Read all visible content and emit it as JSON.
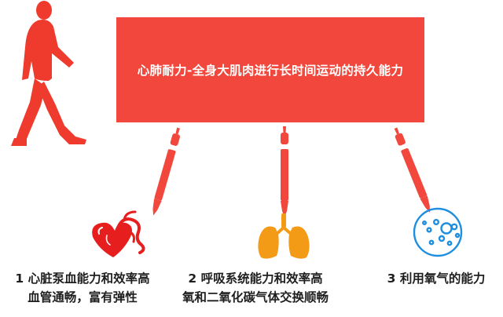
{
  "title": "心肺耐力-全身大肌肉进行长时间运动的持久能力",
  "items": [
    {
      "icon": "heart-icon",
      "lines": [
        "1 心脏泵血能力和效率高",
        "血管通畅，富有弹性"
      ]
    },
    {
      "icon": "lungs-icon",
      "lines": [
        "2 呼吸系统能力和效率高",
        "氧和二氧化碳气体交换顺畅"
      ]
    },
    {
      "icon": "cell-icon",
      "lines": [
        "3 利用氧气的能力"
      ]
    }
  ],
  "colors": {
    "accent": "#f2473c",
    "person": "#ee3b2e",
    "heart": "#e61e1e",
    "lungs": "#f39a16",
    "cell": "#1e8fe0"
  }
}
